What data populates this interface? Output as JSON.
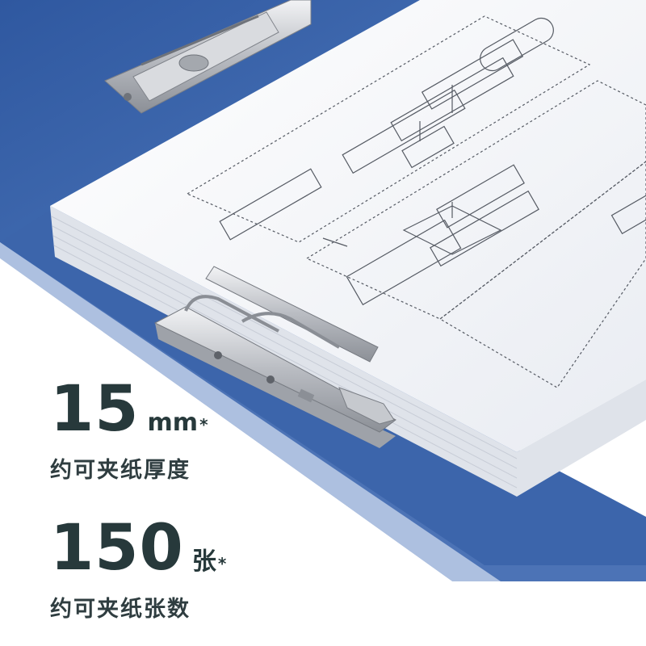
{
  "specs": [
    {
      "value": "15",
      "unit": "mm",
      "star": "*",
      "label": "约可夹纸厚度"
    },
    {
      "value": "150",
      "unit": "张",
      "star": "*",
      "label": "约可夹纸张数"
    }
  ],
  "colors": {
    "folder_blue": "#3a63a8",
    "text_dark": "#27393b",
    "paper_white": "#f4f6fa"
  }
}
